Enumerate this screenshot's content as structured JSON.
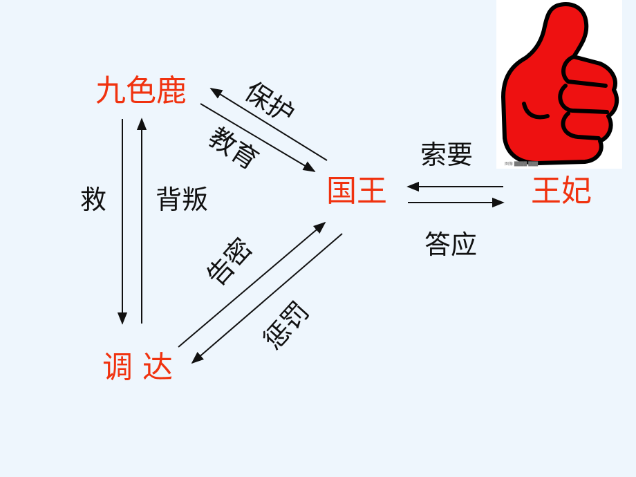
{
  "colors": {
    "node": "#f0320f",
    "edge": "#111111",
    "thumb": "#ee1111",
    "background": "#eef6fd"
  },
  "nodes": {
    "deer": "九色鹿",
    "tiaoda": "调 达",
    "king": "国王",
    "queen": "王妃"
  },
  "edges": {
    "protect": "保护",
    "teach": "教育",
    "save": "救",
    "betray": "背叛",
    "inform": "告密",
    "punish": "惩罚",
    "demand": "索要",
    "agree": "答应"
  },
  "thumb_image": {
    "icon": "thumbs-up-icon",
    "caption": "图像 ████ ███"
  }
}
